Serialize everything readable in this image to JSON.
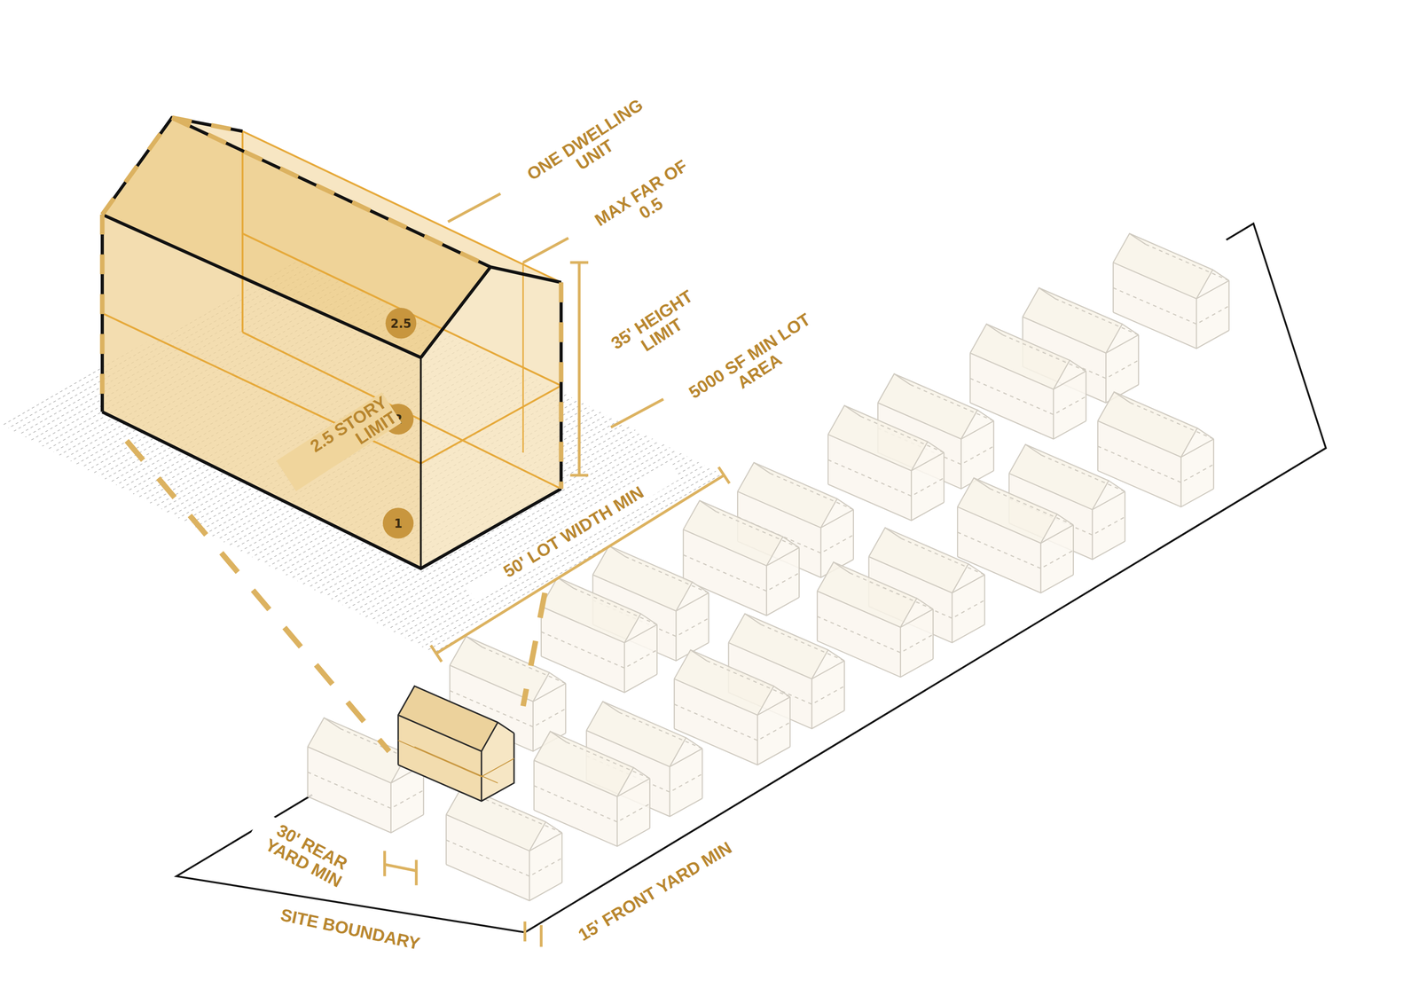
{
  "diagram": {
    "nodes": [
      {
        "text": [
          "2.5"
        ]
      },
      {
        "text": [
          "2"
        ]
      },
      {
        "text": [
          "1"
        ]
      }
    ],
    "labels": [
      "ONE DWELLING UNIT",
      "MAX FAR OF 0.5",
      "35' HEIGHT LIMIT",
      "5000 SF MIN LOT AREA",
      "2.5 STORY LIMIT",
      "50' LOT WIDTH MIN",
      "30' REAR YARD MIN",
      "SITE BOUNDARY",
      "15' FRONT YARD MIN"
    ]
  }
}
